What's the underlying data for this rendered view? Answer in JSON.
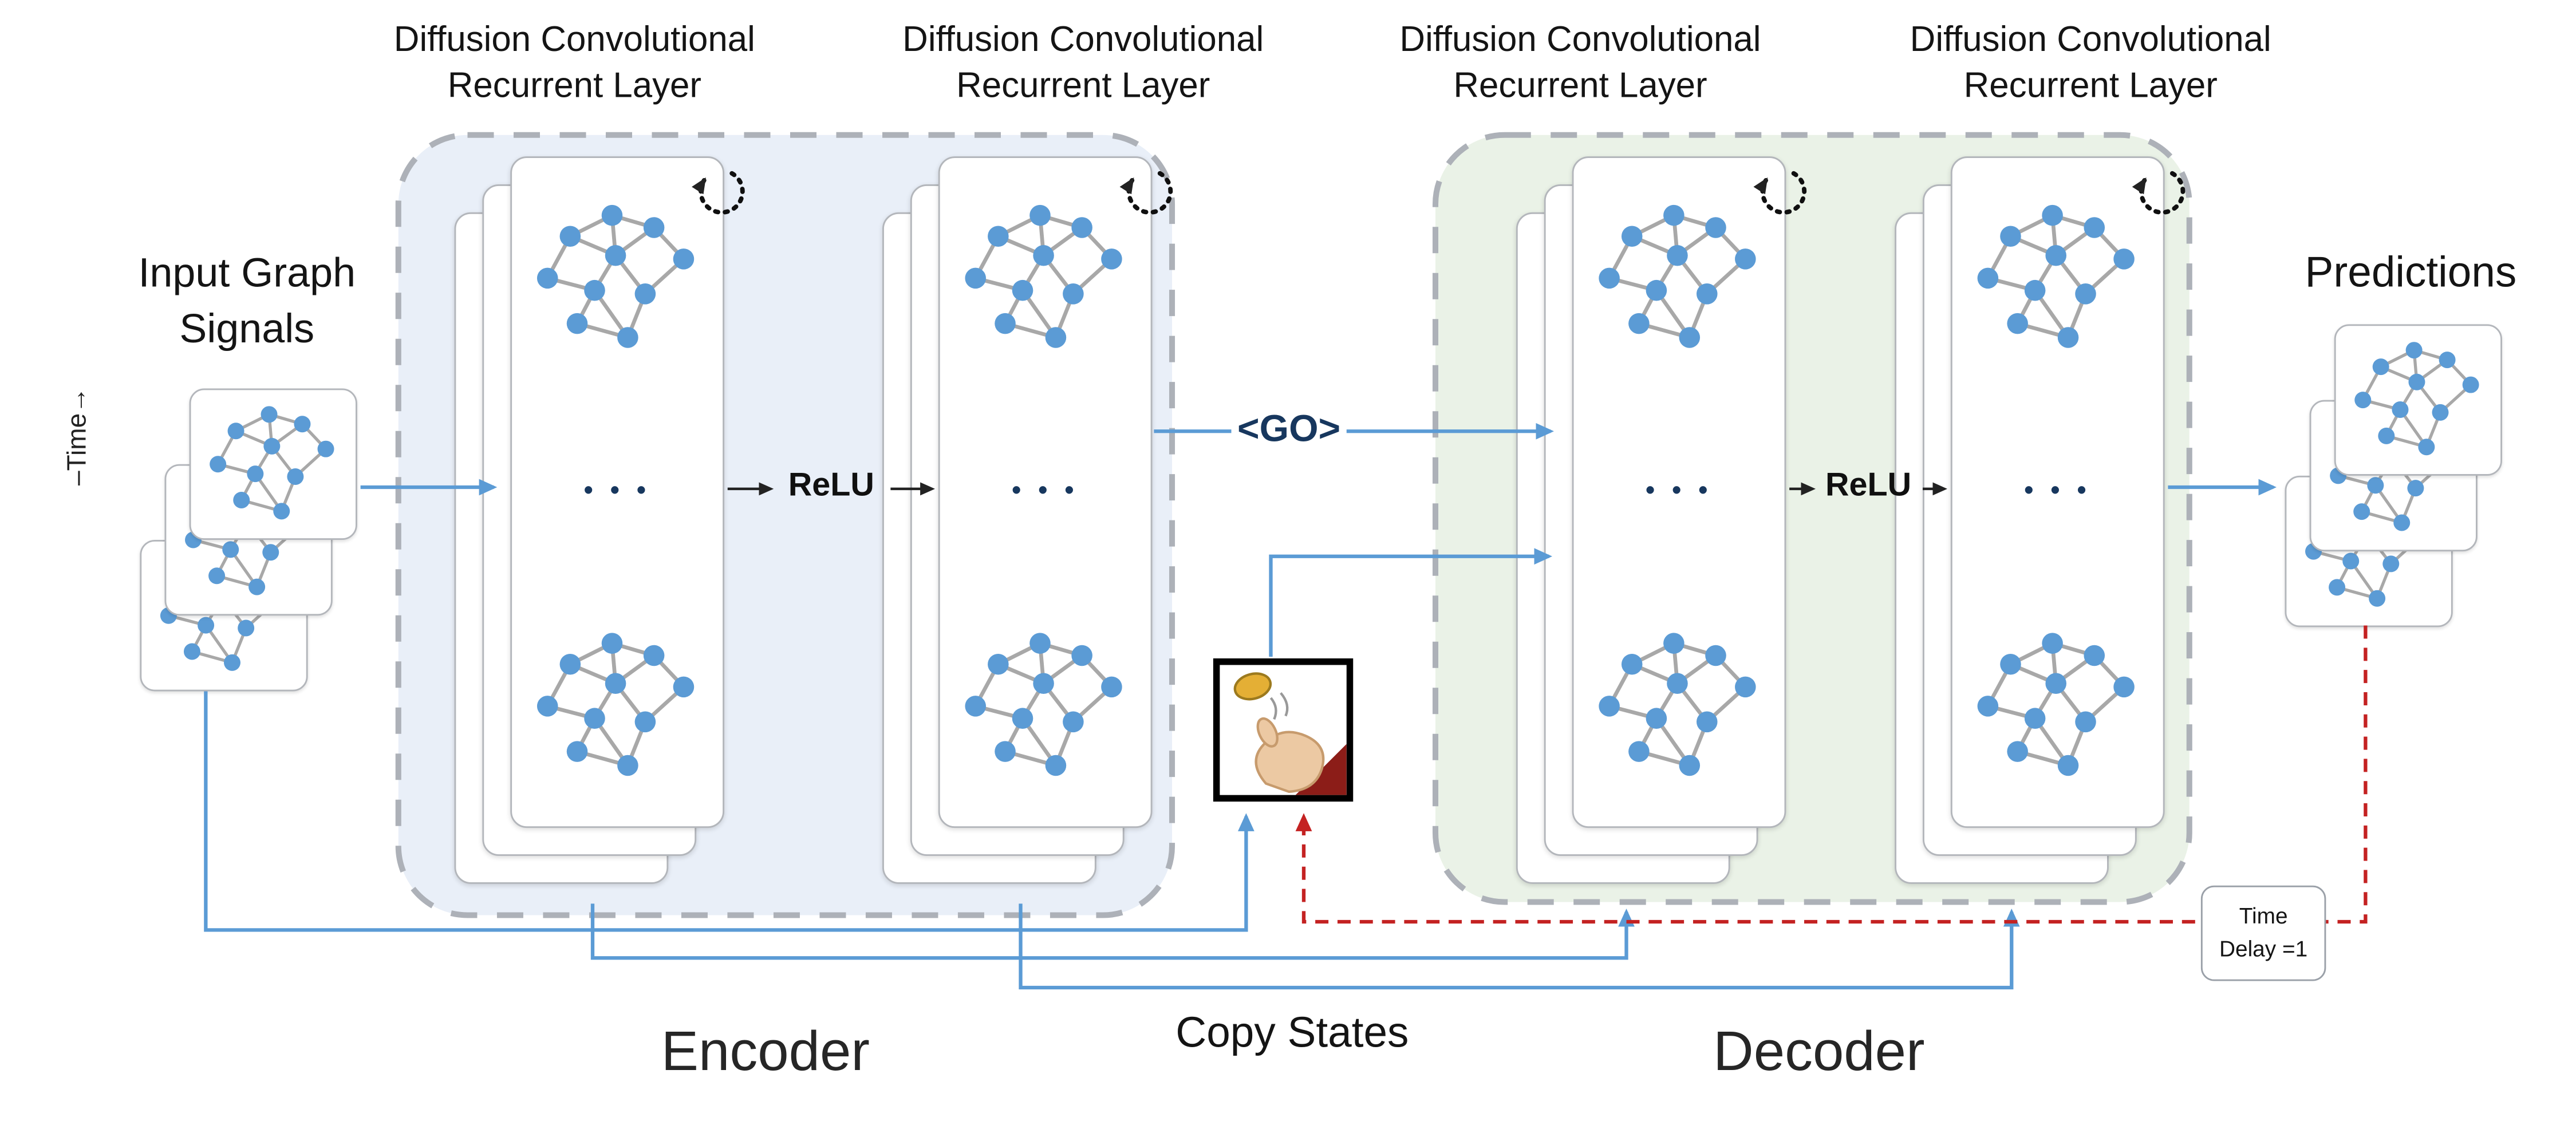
{
  "diagram": {
    "title_layer": "Diffusion Convolutional Recurrent Layer",
    "input_label": "Input Graph Signals",
    "time_axis_label": "–Time→",
    "go_token": "<GO>",
    "relu_label": "ReLU",
    "hidden_dots": "• • •",
    "copy_states_label": "Copy States",
    "encoder_label": "Encoder",
    "decoder_label": "Decoder",
    "predictions_label": "Predictions",
    "time_delay_line1": "Time",
    "time_delay_line2": "Delay =1"
  },
  "colors": {
    "encoder_bg": "#e9eff8",
    "decoder_bg": "#eaf2e7",
    "arrow_blue": "#5b9bd5",
    "arrow_red": "#c42222",
    "node_fill": "#5b9bd5",
    "edge_stroke": "#a8a8a8"
  }
}
